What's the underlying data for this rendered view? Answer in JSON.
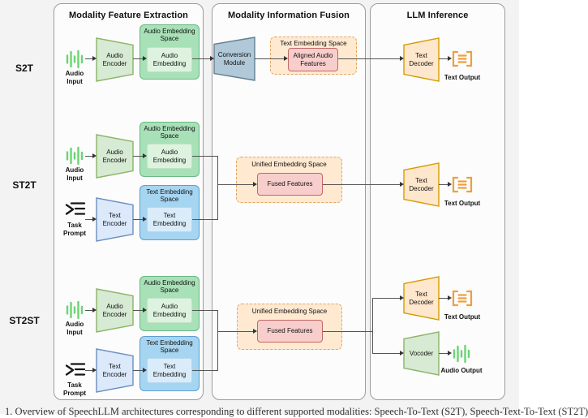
{
  "panels": {
    "extraction": "Modality Feature Extraction",
    "fusion": "Modality Information Fusion",
    "inference": "LLM Inference"
  },
  "rows": {
    "s2t": "S2T",
    "st2t": "ST2T",
    "st2st": "ST2ST"
  },
  "labels": {
    "audio_input": "Audio Input",
    "task_prompt": "Task Prompt",
    "audio_encoder": "Audio Encoder",
    "text_encoder": "Text Encoder",
    "audio_embedding_space": "Audio Embedding Space",
    "text_embedding_space": "Text Embedding Space",
    "audio_embedding": "Audio Embedding",
    "text_embedding": "Text Embedding",
    "conversion_module": "Conversion Module",
    "aligned_audio_features": "Aligned Audio Features",
    "unified_embedding_space": "Unified Embedding Space",
    "fused_features": "Fused Features",
    "text_decoder": "Text Decoder",
    "vocoder": "Vocoder",
    "text_output": "Text Output",
    "audio_output": "Audio Output"
  },
  "icons": {
    "audio_waveform": "waveform-icon",
    "task_prompt": "prompt-list-icon",
    "text_output": "bracketed-text-icon"
  },
  "colors": {
    "encoder_green_fill": "#d7ead3",
    "encoder_green_stroke": "#8ab466",
    "embedding_space_green_fill": "#a8e1b7",
    "embedding_space_green_stroke": "#6cb884",
    "embedding_green_fill": "#def3df",
    "encoder_blue_fill": "#dbe9fb",
    "encoder_blue_stroke": "#6c8ebf",
    "embedding_space_blue_fill": "#a6d5f1",
    "embedding_space_blue_stroke": "#5f9ecf",
    "embedding_blue_fill": "#daecfa",
    "conversion_fill": "#b0c8d8",
    "conversion_stroke": "#627e91",
    "fusion_space_fill": "#ffe9d1",
    "fusion_space_stroke": "#e2a75e",
    "fused_pink_fill": "#f8cecc",
    "fused_pink_stroke": "#c26764",
    "decoder_orange_fill": "#ffe7cd",
    "decoder_orange_stroke": "#d79b00",
    "waveform_green": "#6bd473",
    "text_output_orange": "#ee9f3e"
  },
  "caption": "1. Overview of SpeechLLM architectures corresponding to different supported modalities: Speech-To-Text (S2T), Speech-Text-To-Text (ST2T)"
}
